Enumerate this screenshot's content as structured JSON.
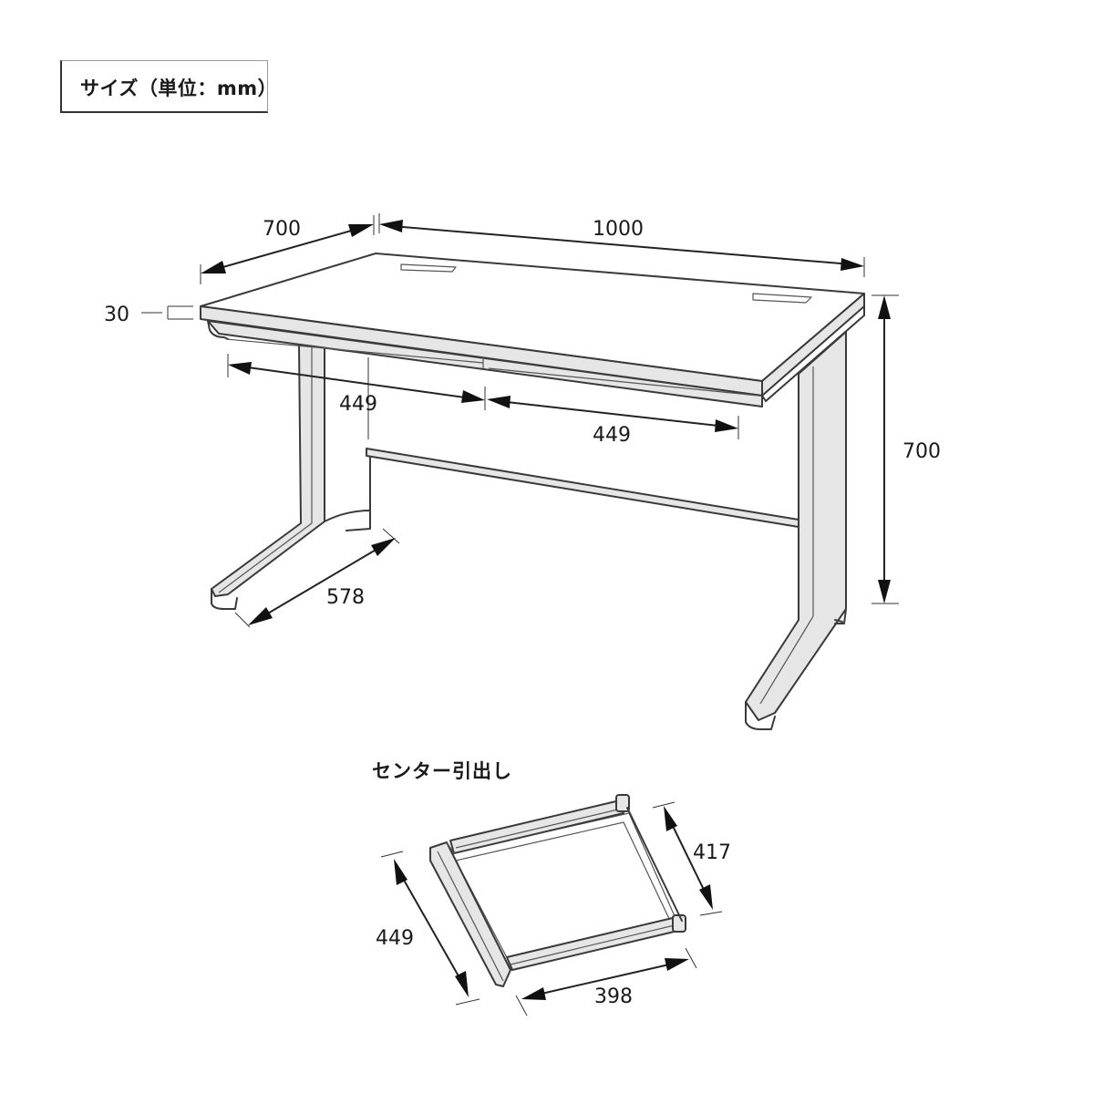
{
  "header": {
    "title": "サイズ（単位：mm）"
  },
  "desk": {
    "dimensions": {
      "depth": "700",
      "width": "1000",
      "top_thickness": "30",
      "height": "700",
      "drawer_left_width": "449",
      "drawer_right_width": "449",
      "leg_depth": "578"
    }
  },
  "center_drawer": {
    "label": "センター引出し",
    "dimensions": {
      "length": "449",
      "width": "417",
      "inner_width": "398"
    }
  },
  "colors": {
    "line": "#3a3a3a",
    "shade": "#e6e6e6",
    "background": "#ffffff"
  }
}
